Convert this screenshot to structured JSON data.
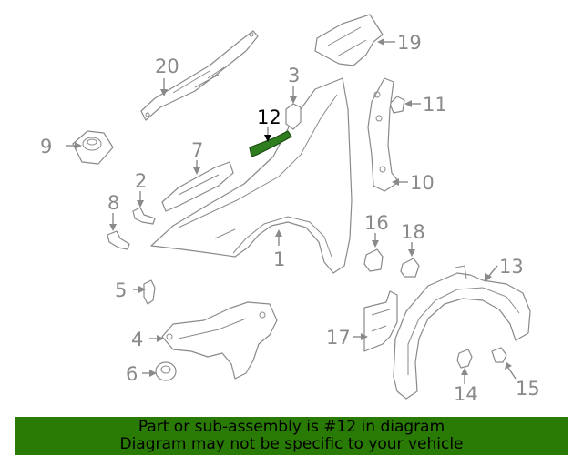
{
  "callouts": {
    "c1": "1",
    "c2": "2",
    "c3": "3",
    "c4": "4",
    "c5": "5",
    "c6": "6",
    "c7": "7",
    "c8": "8",
    "c9": "9",
    "c10": "10",
    "c11": "11",
    "c12": "12",
    "c13": "13",
    "c14": "14",
    "c15": "15",
    "c16": "16",
    "c17": "17",
    "c18": "18",
    "c19": "19",
    "c20": "20"
  },
  "highlighted_part": "12",
  "colors": {
    "highlight": "#2e7d1f",
    "banner": "#2a7a06",
    "line": "#8a8a8a"
  },
  "banner": {
    "line1": "Part or sub-assembly is #12 in diagram",
    "line2": "Diagram may not be specific to your vehicle"
  }
}
